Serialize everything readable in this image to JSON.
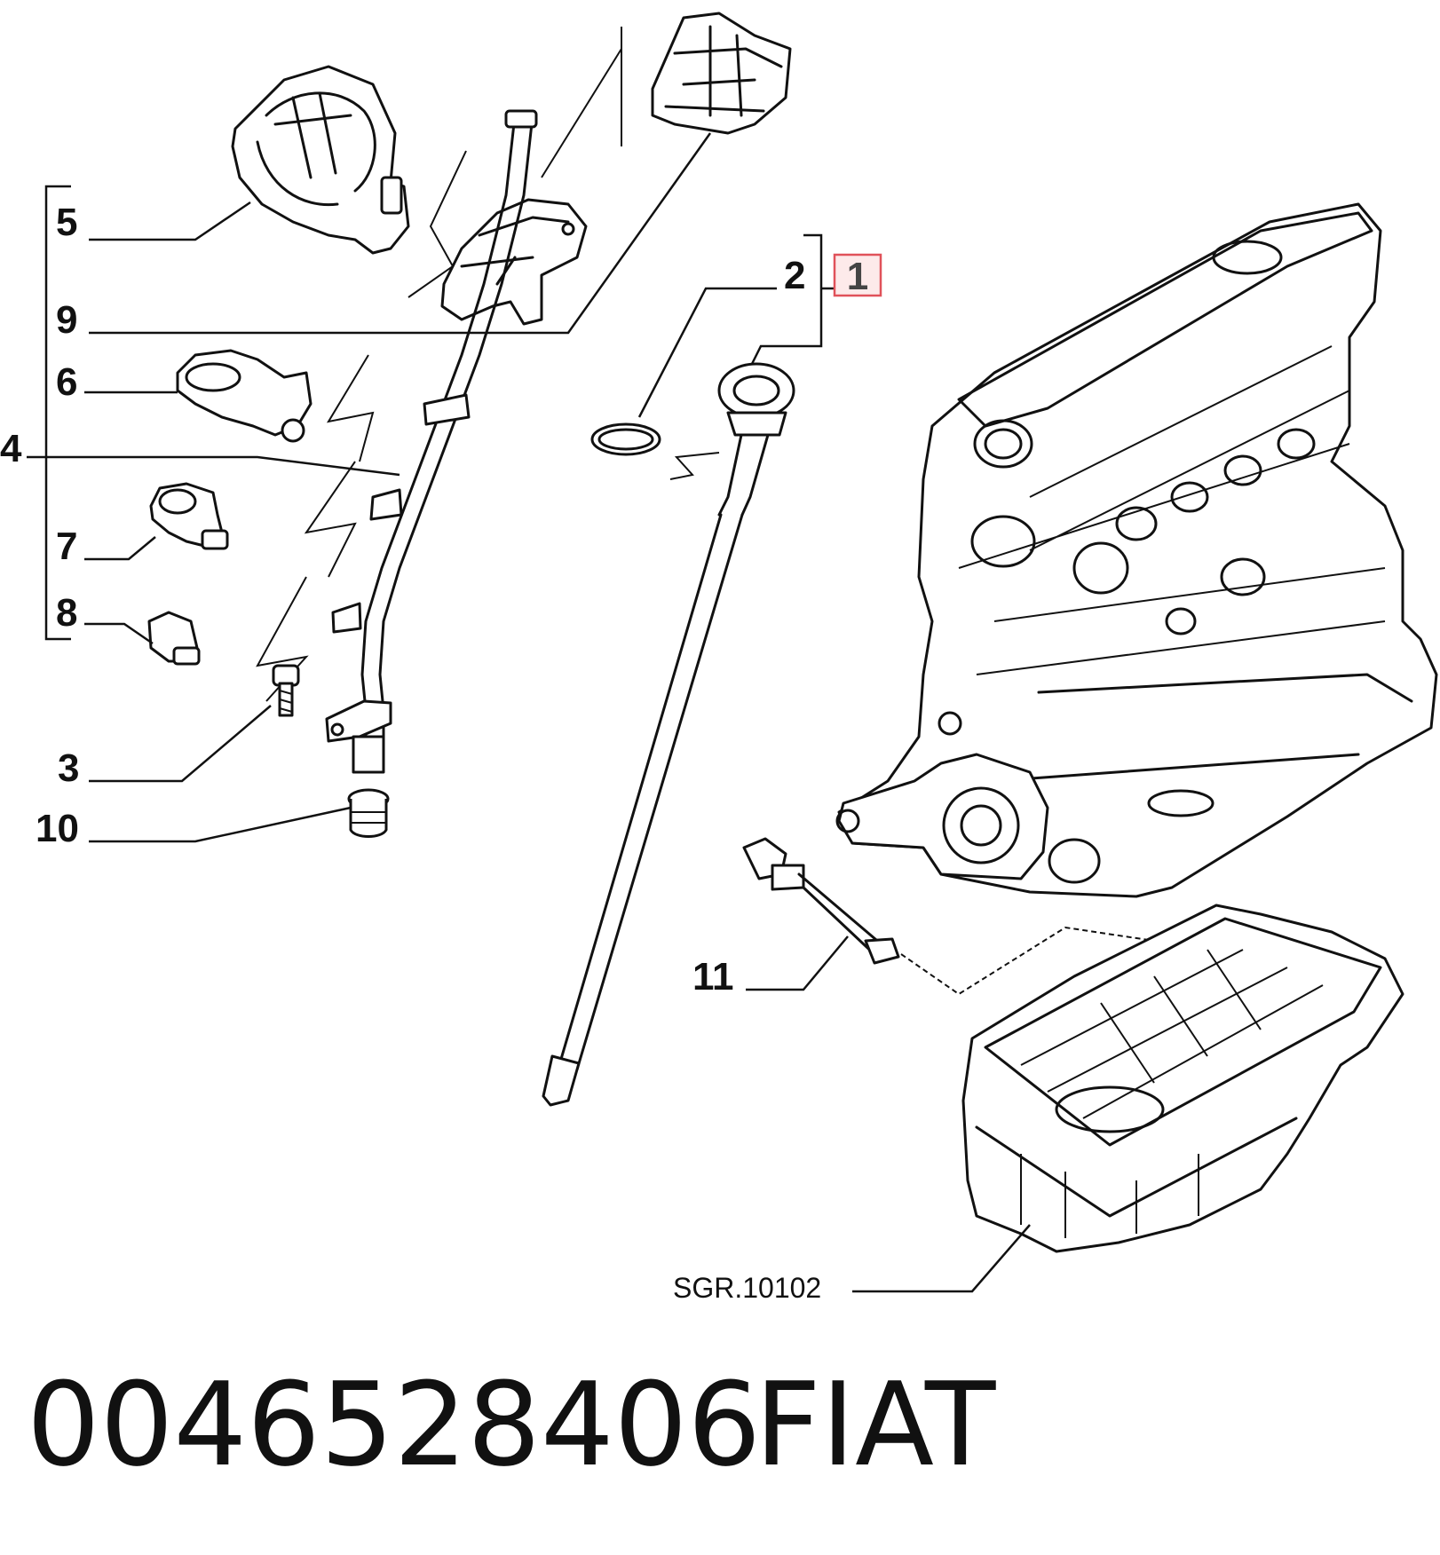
{
  "diagram": {
    "labels": {
      "l1": "1",
      "l2": "2",
      "l3": "3",
      "l4": "4",
      "l5": "5",
      "l6": "6",
      "l7": "7",
      "l8": "8",
      "l9": "9",
      "l10": "10",
      "l11": "11"
    },
    "reference": "SGR.10102",
    "highlight_color": "#e0525a",
    "highlight_text_color": "#444444"
  },
  "footer": {
    "part_number": "0046528406",
    "brand": "FIAT"
  }
}
